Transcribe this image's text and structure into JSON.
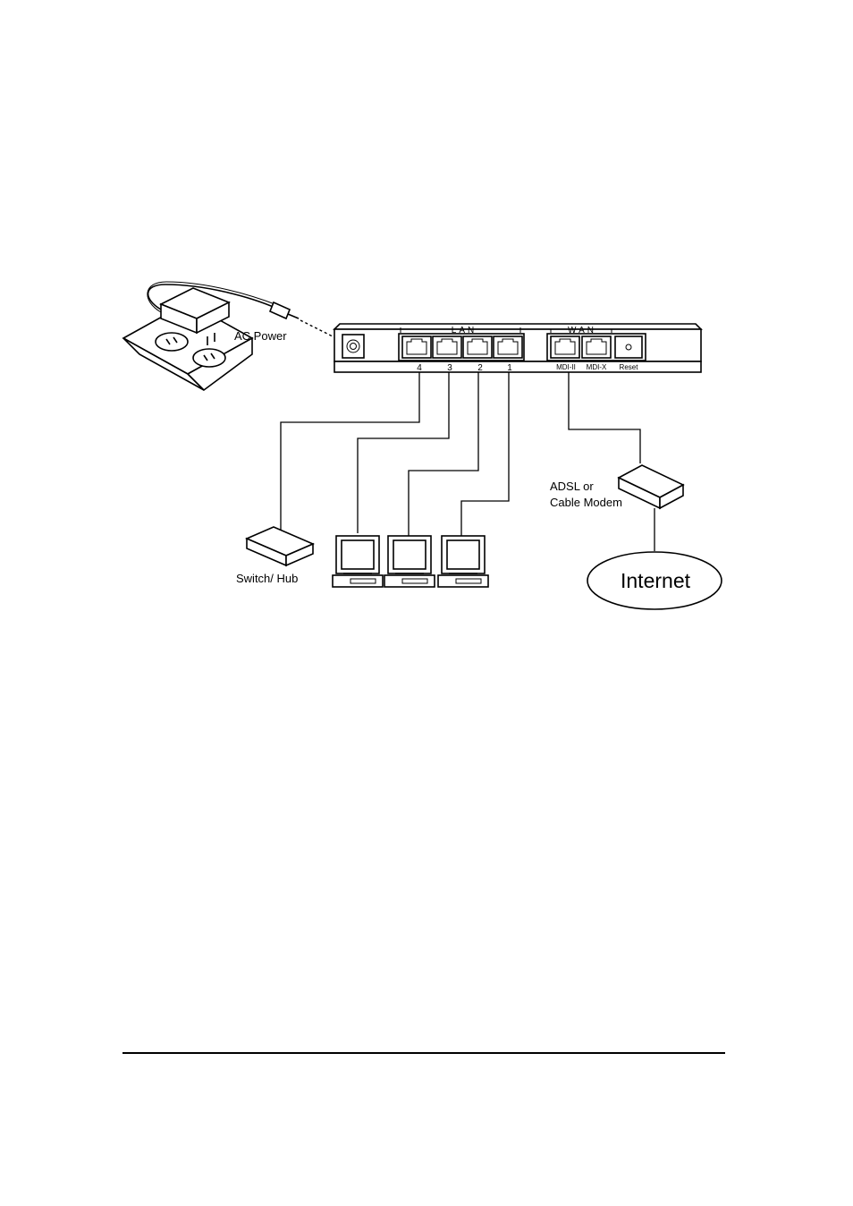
{
  "labels": {
    "ac_power": "AC Power",
    "lan": "LAN",
    "wan": "WAN",
    "ports": [
      "4",
      "3",
      "2",
      "1"
    ],
    "mdi_ii": "MDI-II",
    "mdi_x": "MDI-X",
    "reset": "Reset",
    "switch_hub": "Switch/ Hub",
    "modem_line1": "ADSL or",
    "modem_line2": "Cable Modem",
    "internet": "Internet"
  }
}
